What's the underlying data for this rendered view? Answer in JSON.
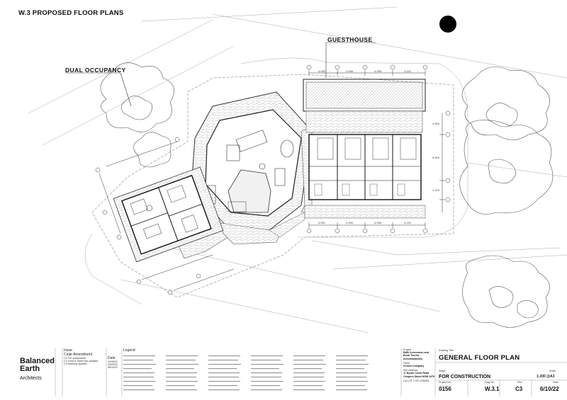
{
  "sheet": {
    "title": "W.3 PROPOSED FLOOR PLANS"
  },
  "plan": {
    "dual_occupancy_label": "DUAL OCCUPANCY",
    "guesthouse_label": "GUESTHOUSE",
    "dims_top": [
      "4,050",
      "4,056",
      "4,058",
      "4,022"
    ],
    "dims_bottom": [
      "4,051",
      "4,056",
      "4,058",
      "4,022"
    ],
    "dims_right": [
      "3,950",
      "5,500",
      "2,100"
    ]
  },
  "title_block": {
    "firm_name": "Balanced Earth",
    "firm_sub": "Architects",
    "issue_label": "Issue",
    "code_label": "Code",
    "amendment_label": "Amendment",
    "issue_rows": [
      {
        "code": "C1",
        "text": "For construction"
      },
      {
        "code": "C2",
        "text": "Front & Sheet doc updates"
      },
      {
        "code": "C3",
        "text": "Drawing updates"
      }
    ],
    "date_label": "Date",
    "dates": [
      "24/08/22",
      "09/09/22",
      "06/10/22"
    ],
    "legend_label": "Legend",
    "project_label": "Project",
    "project_name": "B&B Conversion and Rural Tourist Accomodations",
    "client_label": "Client",
    "client_name": "#Client Company",
    "site_label": "Site Address",
    "site_line1": "17 Byron Creek Road",
    "site_line2": "Coopers Shoot NSW 2479",
    "lot": "Lot LOT 1 DP 1256061",
    "drawing_title_label": "Drawing Title",
    "drawing_title": "GENERAL FLOOR PLAN",
    "stage_label": "Stage",
    "stage": "FOR CONSTRUCTION",
    "scale_label": "Scale",
    "scale": "1:200 @A3",
    "project_no_label": "Project No.",
    "project_no": "0156",
    "dwg_no_label": "Dwg No.",
    "dwg_no": "W.3.1",
    "rev_label": "Rev.",
    "rev": "C3",
    "date_field_label": "Date",
    "date_field": "6/10/22"
  }
}
